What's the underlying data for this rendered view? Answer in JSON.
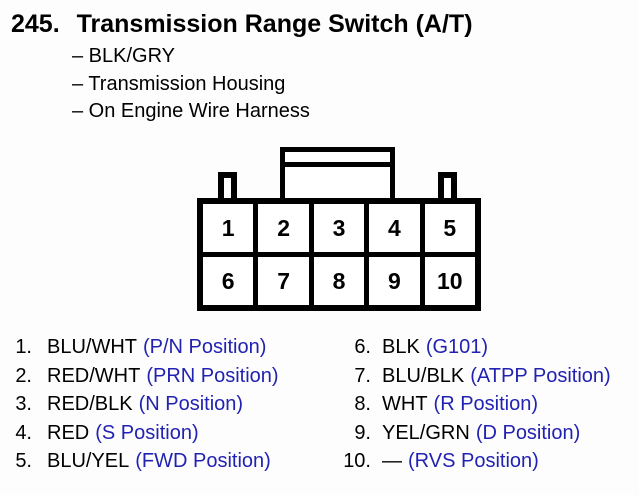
{
  "colors": {
    "ink": "#000000",
    "position_blue": "#2222b2",
    "background": "#fdfdfd"
  },
  "header": {
    "index": "245.",
    "title": "Transmission Range Switch (A/T)"
  },
  "details": [
    "– BLK/GRY",
    "– Transmission Housing",
    "– On Engine Wire Harness"
  ],
  "connector": {
    "pins": [
      "1",
      "2",
      "3",
      "4",
      "5",
      "6",
      "7",
      "8",
      "9",
      "10"
    ]
  },
  "pin_list": {
    "left": [
      {
        "num": "1.",
        "wire": "BLU/WHT",
        "position": "(P/N Position)"
      },
      {
        "num": "2.",
        "wire": "RED/WHT",
        "position": "(PRN Position)"
      },
      {
        "num": "3.",
        "wire": "RED/BLK",
        "position": "(N Position)"
      },
      {
        "num": "4.",
        "wire": "RED",
        "position": "(S Position)"
      },
      {
        "num": "5.",
        "wire": "BLU/YEL",
        "position": "(FWD Position)"
      }
    ],
    "right": [
      {
        "num": "6.",
        "wire": "BLK",
        "position": "(G101)"
      },
      {
        "num": "7.",
        "wire": "BLU/BLK",
        "position": "(ATPP Position)"
      },
      {
        "num": "8.",
        "wire": "WHT",
        "position": "(R Position)"
      },
      {
        "num": "9.",
        "wire": "YEL/GRN",
        "position": "(D Position)"
      },
      {
        "num": "10.",
        "wire": "—",
        "position": "(RVS Position)"
      }
    ]
  }
}
